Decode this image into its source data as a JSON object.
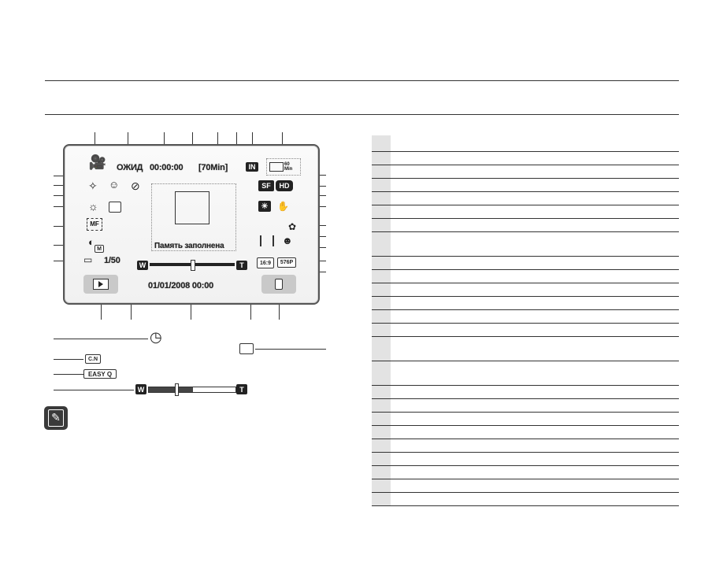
{
  "screen": {
    "status": "ОЖИД",
    "timecode": "00:00:00",
    "remaining": "[70Min]",
    "memory_badge": "IN",
    "battery_badge": "60 Min",
    "quality_badge": "SF",
    "resolution_badge": "HD",
    "aspect_badge": "16:9",
    "frame_badge": "576P",
    "m_badge": "M",
    "photo_counter": "1/50",
    "memory_full_message": "Память заполнена",
    "datetime": "01/01/2008 00:00",
    "zoom_wide": "W",
    "zoom_tele": "T"
  },
  "legend": {
    "cn_badge": "C.N",
    "easyq_badge": "EASY Q",
    "zoom_wide": "W",
    "zoom_tele": "T"
  },
  "table": {
    "row_count": 25
  }
}
